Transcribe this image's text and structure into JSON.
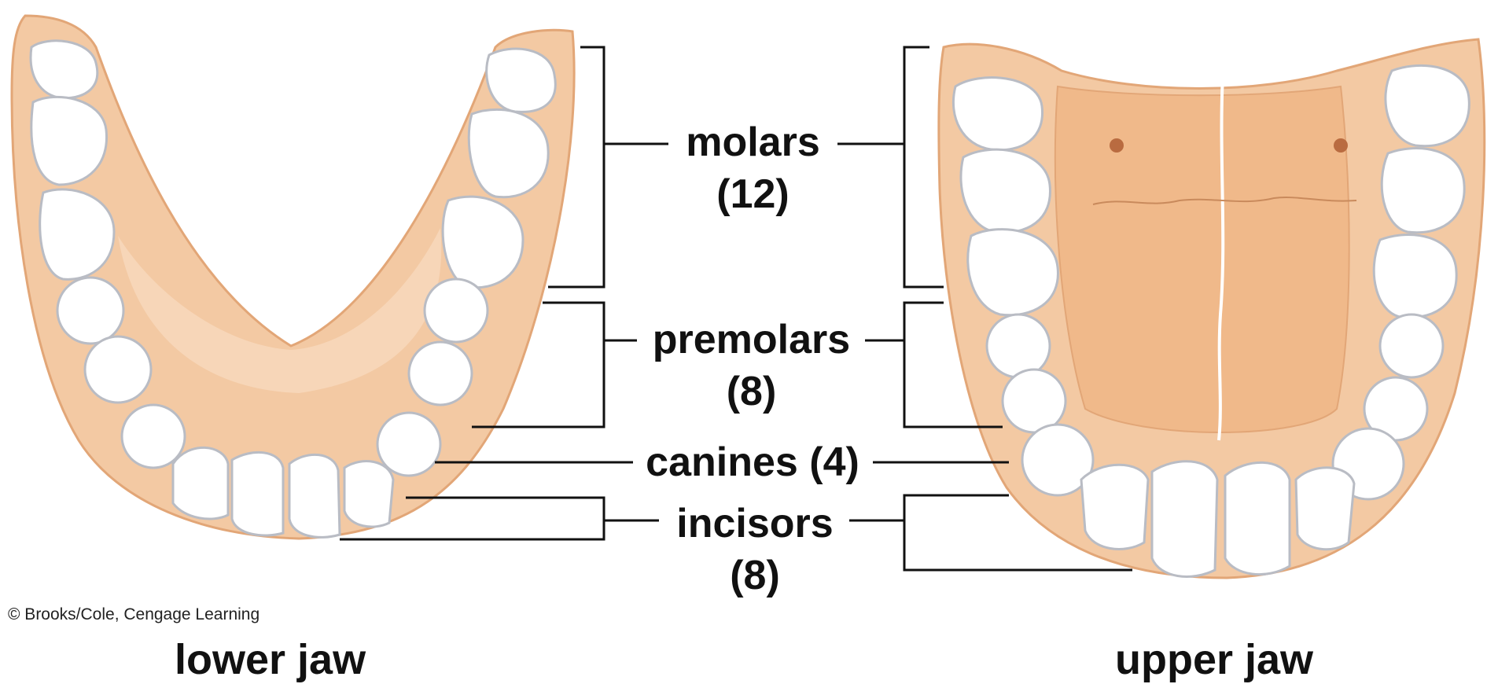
{
  "labels": {
    "molars": {
      "name": "molars",
      "count": "(12)"
    },
    "premolars": {
      "name": "premolars",
      "count": "(8)"
    },
    "canines": {
      "text": "canines (4)"
    },
    "incisors": {
      "name": "incisors",
      "count": "(8)"
    }
  },
  "jaws": {
    "lower": "lower jaw",
    "upper": "upper jaw"
  },
  "credit": "© Brooks/Cole, Cengage Learning",
  "colors": {
    "gum": "#f3c9a3",
    "gum_dark": "#e2a677",
    "palate": "#f0b98a",
    "tooth": "#ffffff",
    "tooth_line": "#b9bcc4",
    "bracket": "#111111"
  }
}
